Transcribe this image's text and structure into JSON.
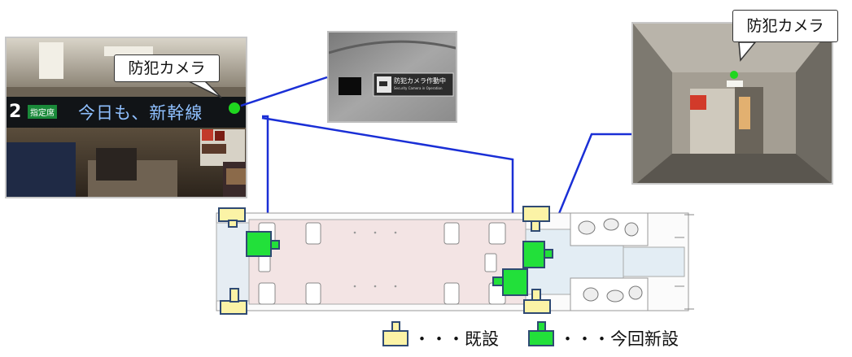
{
  "callouts": {
    "left_label": "防犯カメラ",
    "right_label": "防犯カメラ"
  },
  "photo_left": {
    "car_number": "2",
    "reserved_badge": "指定席",
    "display_text": "今日も、新幹線"
  },
  "photo_middle": {
    "sign_label": "防犯カメラ作動中",
    "sign_sublabel": "Security Camera in Operation"
  },
  "legend": {
    "existing_label": "・・・既設",
    "new_label": "・・・今回新設"
  },
  "colors": {
    "existing_camera_fill": "#fbf3a6",
    "new_camera_fill": "#22e03a",
    "camera_border": "#2f4a73",
    "connector_line": "#1a2fd6",
    "camera_indicator": "#1fd61f"
  }
}
